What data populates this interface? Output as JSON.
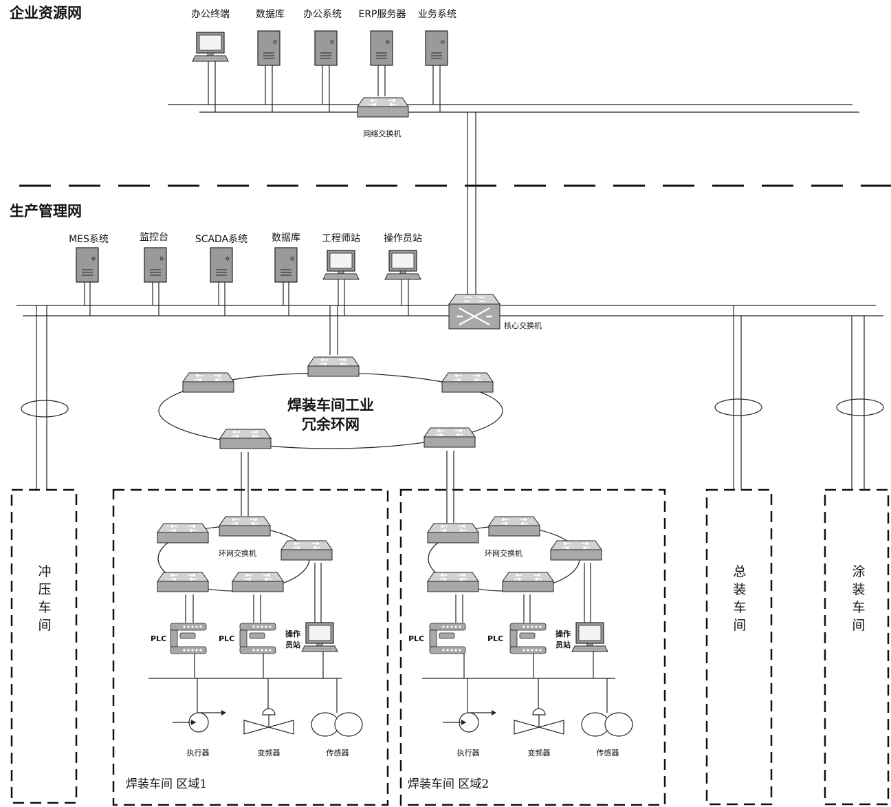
{
  "zones": {
    "enterprise": "企业资源网",
    "production": "生产管理网"
  },
  "enterprise_devices": [
    {
      "label": "办公终端",
      "icon": "computer-icon"
    },
    {
      "label": "数据库",
      "icon": "server-icon"
    },
    {
      "label": "办公系统",
      "icon": "server-icon"
    },
    {
      "label": "ERP服务器",
      "icon": "server-icon"
    },
    {
      "label": "业务系统",
      "icon": "server-icon"
    }
  ],
  "network_switch_label": "网络交换机",
  "production_devices": [
    {
      "label": "MES系统",
      "icon": "server-icon"
    },
    {
      "label": "监控台",
      "icon": "server-icon"
    },
    {
      "label": "SCADA系统",
      "icon": "server-icon"
    },
    {
      "label": "数据库",
      "icon": "server-icon"
    },
    {
      "label": "工程师站",
      "icon": "computer-icon"
    },
    {
      "label": "操作员站",
      "icon": "computer-icon"
    }
  ],
  "core_switch_label": "核心交换机",
  "main_ring": {
    "line1": "焊装车间工业",
    "line2": "冗余环网"
  },
  "workshops": {
    "stamping": [
      "冲",
      "压",
      "车",
      "间"
    ],
    "assembly": [
      "总",
      "装",
      "车",
      "间"
    ],
    "painting": [
      "涂",
      "装",
      "车",
      "间"
    ]
  },
  "areas": [
    {
      "title": "焊装车间  区域1",
      "ring_switch_label": "环网交换机",
      "plc1": "PLC",
      "plc2": "PLC",
      "operator": [
        "操作",
        "员站"
      ],
      "field": [
        "执行器",
        "变频器",
        "传感器"
      ]
    },
    {
      "title": "焊装车间  区域2",
      "ring_switch_label": "环网交换机",
      "plc1": "PLC",
      "plc2": "PLC",
      "operator": [
        "操作",
        "员站"
      ],
      "field": [
        "执行器",
        "变频器",
        "传感器"
      ]
    }
  ],
  "colors": {
    "device_fill": "#9a9a9a",
    "switch_fill": "#b4b4b4",
    "line": "#222222"
  }
}
